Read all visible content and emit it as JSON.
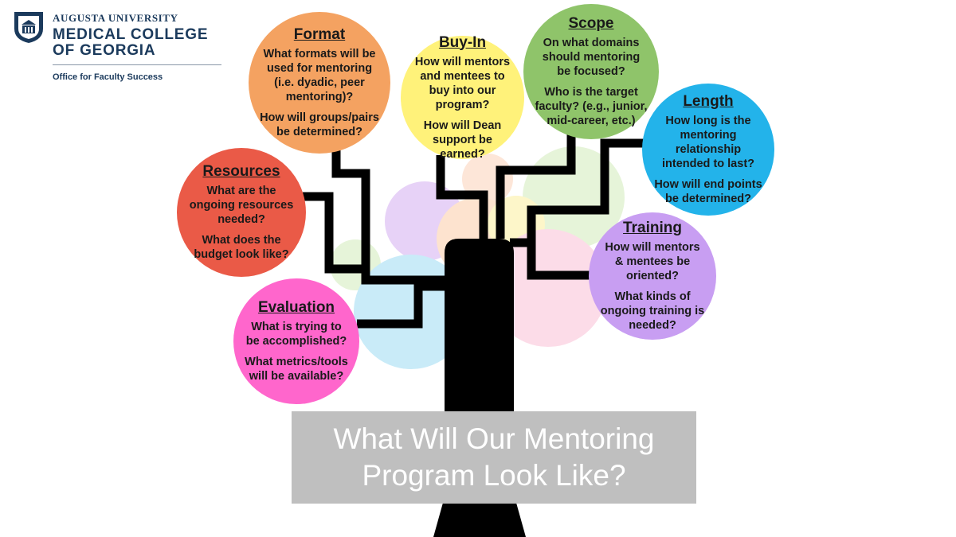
{
  "logo": {
    "university": "AUGUSTA UNIVERSITY",
    "college_line1": "MEDICAL COLLEGE",
    "college_line2": "OF GEORGIA",
    "office": "Office for Faculty Success",
    "color": "#1b3a5c"
  },
  "title": {
    "line1": "What Will Our Mentoring",
    "line2": "Program Look Like?"
  },
  "topics": {
    "format": {
      "heading": "Format",
      "q1": "What formats will be used for mentoring (i.e. dyadic, peer mentoring)?",
      "q2": "How will groups/pairs be determined?",
      "color": "#f4a261"
    },
    "buyin": {
      "heading": "Buy-In",
      "q1": "How will mentors and mentees to buy into our program?",
      "q2": "How will Dean support be earned?",
      "color": "#fff27a"
    },
    "scope": {
      "heading": "Scope",
      "q1": "On what domains should mentoring be focused?",
      "q2": "Who is the target faculty? (e.g., junior, mid-career, etc.)",
      "color": "#8fc46a"
    },
    "length": {
      "heading": "Length",
      "q1": "How long is the mentoring relationship intended to last?",
      "q2": "How will end points be determined?",
      "color": "#23b3ea"
    },
    "resources": {
      "heading": "Resources",
      "q1": "What are the ongoing resources needed?",
      "q2": "What does the budget look like?",
      "color": "#ea5a47"
    },
    "training": {
      "heading": "Training",
      "q1": "How will mentors & mentees be oriented?",
      "q2": "What kinds of ongoing training is needed?",
      "color": "#c89ef2"
    },
    "evaluation": {
      "heading": "Evaluation",
      "q1": "What is trying to be accomplished?",
      "q2": "What metrics/tools will be available?",
      "color": "#ff66cc"
    }
  },
  "tree": {
    "trunk_color": "#000000"
  }
}
